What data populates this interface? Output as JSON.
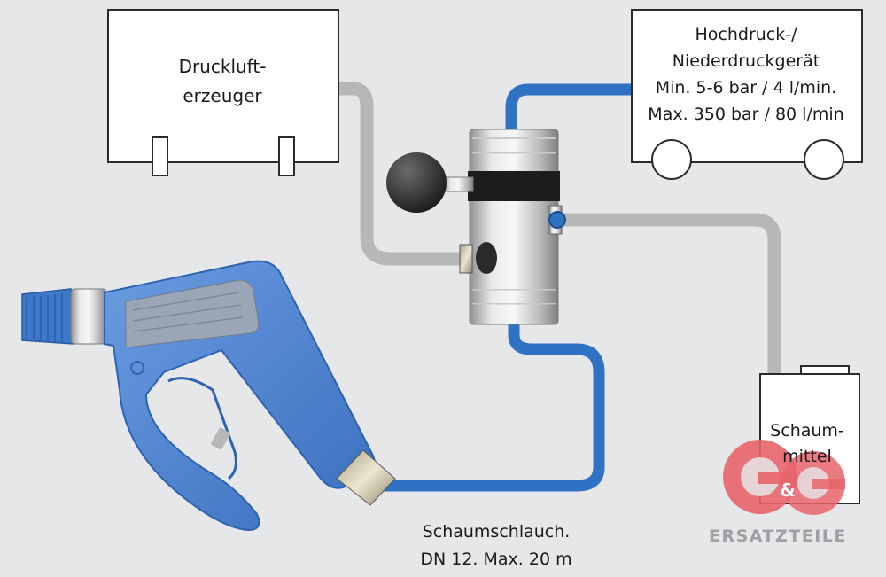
{
  "compressor": {
    "line1": "Druckluft-",
    "line2": "erzeuger"
  },
  "pump": {
    "line1": "Hochdruck-/",
    "line2": "Niederdruckgerät",
    "line3": "Min. 5-6 bar / 4 l/min.",
    "line4": "Max. 350 bar / 80 l/min"
  },
  "foam_agent": {
    "line1": "Schaum-",
    "line2": "mittel"
  },
  "hose": {
    "line1": "Schaumschlauch.",
    "line2": "DN 12. Max. 20 m"
  },
  "logo": {
    "mark": "G&G",
    "wordmark": "ERSATZTEILE"
  },
  "colors": {
    "background": "#e6e7e9",
    "blue_hose": "#2f72c4",
    "gray_hose": "#b5b7b9",
    "gun_blue": "#4f86d3",
    "logo_red": "#e8646c",
    "logo_gray": "#9ea0a3"
  }
}
